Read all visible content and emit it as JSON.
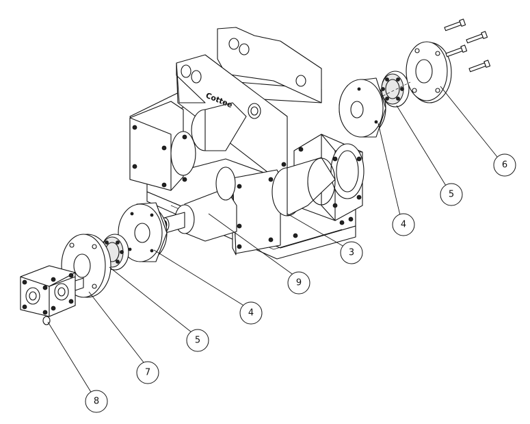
{
  "drawing": {
    "brand_mark": "Cottee",
    "colors": {
      "line": "#111111",
      "background": "#ffffff"
    }
  },
  "callouts": [
    {
      "id": "c3",
      "label": "3"
    },
    {
      "id": "c4a",
      "label": "4"
    },
    {
      "id": "c4b",
      "label": "4"
    },
    {
      "id": "c5a",
      "label": "5"
    },
    {
      "id": "c5b",
      "label": "5"
    },
    {
      "id": "c6",
      "label": "6"
    },
    {
      "id": "c7",
      "label": "7"
    },
    {
      "id": "c8",
      "label": "8"
    },
    {
      "id": "c9",
      "label": "9"
    }
  ]
}
